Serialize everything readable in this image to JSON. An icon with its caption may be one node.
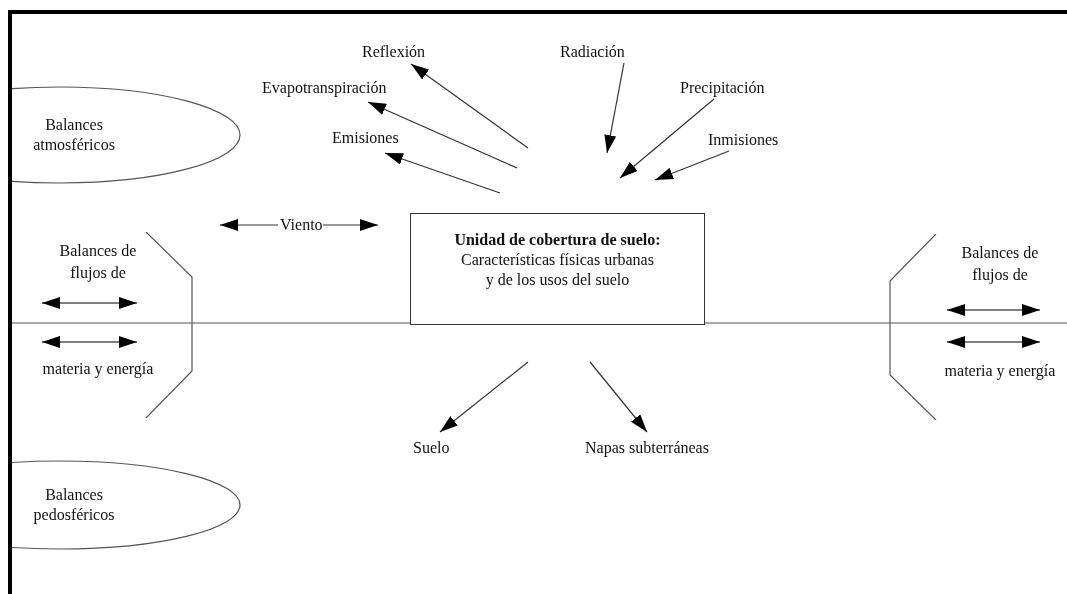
{
  "diagram": {
    "nodes": [
      {
        "text": [
          "Balances atmosféricos"
        ]
      },
      {
        "text": [
          "Reflexión"
        ]
      },
      {
        "text": [
          "Radiación"
        ]
      },
      {
        "text": [
          "Evapotranspiración"
        ]
      },
      {
        "text": [
          "Precipitación"
        ]
      },
      {
        "text": [
          "Emisiones"
        ]
      },
      {
        "text": [
          "Inmisiones"
        ]
      },
      {
        "text": [
          "Viento"
        ]
      },
      {
        "text": [
          "Unidad de cobertura de suelo:",
          "Características físicas urbanas y de los usos del suelo"
        ]
      },
      {
        "text": [
          "Balances de flujos de",
          "materia y energía"
        ]
      },
      {
        "text": [
          "Balances de flujos de",
          "materia y energía"
        ]
      },
      {
        "text": [
          "Suelo"
        ]
      },
      {
        "text": [
          "Napas subterráneas"
        ]
      },
      {
        "text": [
          "Balances pedosféricos"
        ]
      }
    ],
    "edges": [
      {
        "from": null,
        "to": 5,
        "arrow": "to"
      },
      {
        "from": null,
        "to": 3,
        "arrow": "to"
      },
      {
        "from": null,
        "to": 1,
        "arrow": "to"
      },
      {
        "from": 2,
        "to": null,
        "arrow": "to"
      },
      {
        "from": 4,
        "to": null,
        "arrow": "to"
      },
      {
        "from": 6,
        "to": null,
        "arrow": "to"
      },
      {
        "from": 7,
        "to": null,
        "arrow": "to"
      },
      {
        "from": 7,
        "to": null,
        "arrow": "to"
      },
      {
        "from": null,
        "to": 11,
        "arrow": "to"
      },
      {
        "from": null,
        "to": 12,
        "arrow": "to"
      }
    ]
  }
}
